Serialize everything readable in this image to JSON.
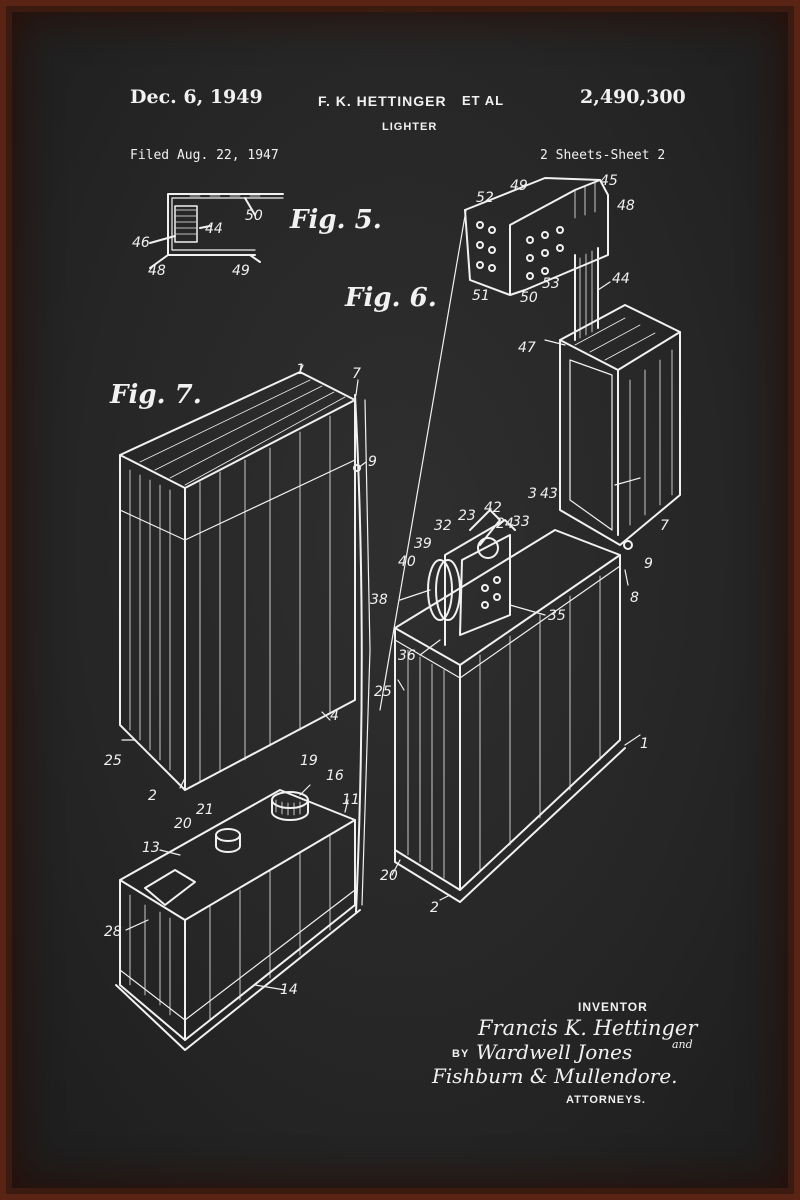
{
  "header": {
    "date": "Dec. 6, 1949",
    "inventor_short": "F. K. HETTINGER",
    "et_al": "ET AL",
    "patent_number": "2,490,300",
    "title": "LIGHTER",
    "filed": "Filed Aug. 22, 1947",
    "sheets": "2 Sheets-Sheet 2"
  },
  "figures": {
    "fig5": "Fig. 5.",
    "fig6": "Fig. 6.",
    "fig7": "Fig. 7."
  },
  "reference_numerals": [
    "44",
    "46",
    "48",
    "49",
    "50",
    "52",
    "45",
    "51",
    "53",
    "47",
    "7",
    "9",
    "8",
    "1",
    "2",
    "3",
    "43",
    "42",
    "33",
    "24",
    "23",
    "32",
    "39",
    "40",
    "38",
    "35",
    "36",
    "25",
    "4",
    "19",
    "16",
    "11",
    "21",
    "20",
    "13",
    "28",
    "14"
  ],
  "signature": {
    "inventor_label": "INVENTOR",
    "inventor_name": "Francis K. Hettinger",
    "by": "BY",
    "attorney_name": "Wardwell Jones",
    "and": "and",
    "firm": "Fishburn & Mullendore.",
    "attorneys_label": "ATTORNEYS."
  },
  "colors": {
    "board": "#2a2a2a",
    "ink": "#f1f1f1",
    "rust_edge": "#5a2414"
  }
}
